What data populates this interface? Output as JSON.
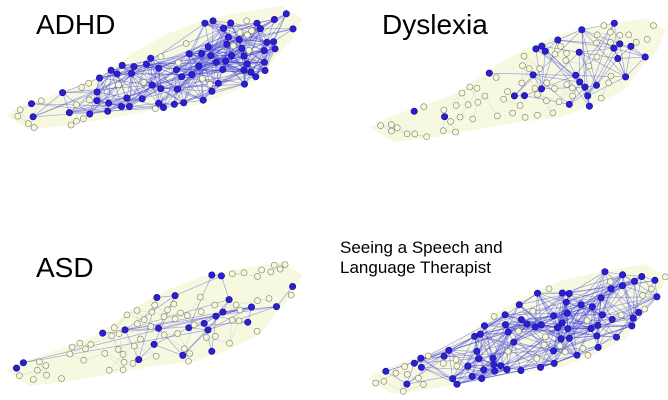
{
  "colors": {
    "active_node": "#2a1fd6",
    "inactive_node": "#f6f9de",
    "inactive_stroke": "#7d7f66",
    "edge": "#3a35d9",
    "halo": "#eef4c4"
  },
  "panels": [
    {
      "id": "adhd",
      "label": "ADHD"
    },
    {
      "id": "dyslexia",
      "label": "Dyslexia"
    },
    {
      "id": "asd",
      "label": "ASD"
    },
    {
      "id": "slt",
      "label": "Seeing a Speech and\nLanguage Therapist"
    }
  ]
}
